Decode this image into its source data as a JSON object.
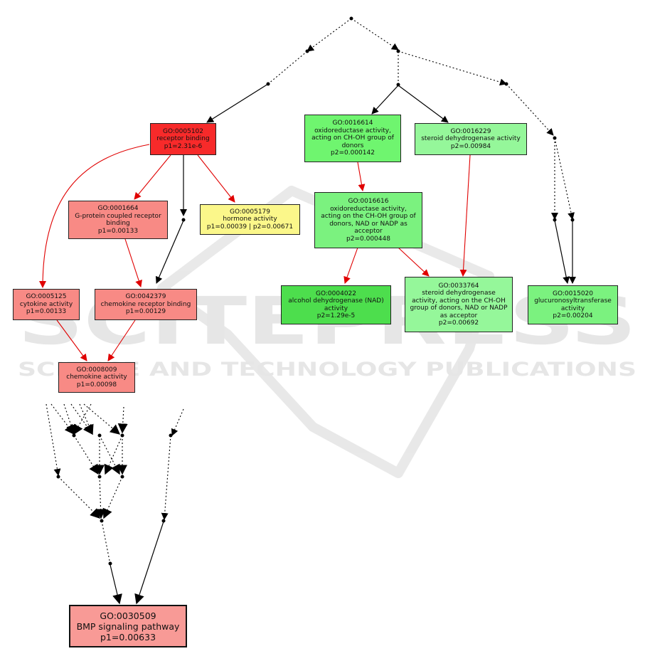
{
  "watermark": {
    "logo_text": "SCITEPRESS",
    "tagline": "SCIENCE AND TECHNOLOGY PUBLICATIONS"
  },
  "colors": {
    "red_strong": "#f72a2a",
    "red_light": "#f88a85",
    "red_lighter": "#f89a96",
    "yellow": "#fbf78a",
    "green_strong": "#4dde4d",
    "green_mid": "#6ff56f",
    "green_light": "#95f79a",
    "edge_red": "#e00000",
    "edge_black": "#000000"
  },
  "nodes": {
    "n0005102": {
      "lines": [
        "GO:0005102",
        "receptor binding",
        "p1=2.31e-6"
      ]
    },
    "n0001664": {
      "lines": [
        "GO:0001664",
        "G-protein coupled receptor",
        "binding",
        "p1=0.00133"
      ]
    },
    "n0005179": {
      "lines": [
        "GO:0005179",
        "hormone activity",
        "p1=0.00039 | p2=0.00671"
      ]
    },
    "n0005125": {
      "lines": [
        "GO:0005125",
        "cytokine activity",
        "p1=0.00133"
      ]
    },
    "n0042379": {
      "lines": [
        "GO:0042379",
        "chemokine receptor binding",
        "p1=0.00129"
      ]
    },
    "n0008009": {
      "lines": [
        "GO:0008009",
        "chemokine activity",
        "p1=0.00098"
      ]
    },
    "n0016614": {
      "lines": [
        "GO:0016614",
        "oxidoreductase activity,",
        "acting on CH-OH group of",
        "donors",
        "p2=0.000142"
      ]
    },
    "n0016229": {
      "lines": [
        "GO:0016229",
        "steroid dehydrogenase activity",
        "p2=0.00984"
      ]
    },
    "n0016616": {
      "lines": [
        "GO:0016616",
        "oxidoreductase activity,",
        "acting on the CH-OH group of",
        "donors, NAD or NADP as",
        "acceptor",
        "p2=0.000448"
      ]
    },
    "n0004022": {
      "lines": [
        "GO:0004022",
        "alcohol dehydrogenase (NAD)",
        "activity",
        "p2=1.29e-5"
      ]
    },
    "n0033764": {
      "lines": [
        "GO:0033764",
        "steroid dehydrogenase",
        "activity, acting on the CH-OH",
        "group of donors, NAD or NADP",
        "as acceptor",
        "p2=0.00692"
      ]
    },
    "n0015020": {
      "lines": [
        "GO:0015020",
        "glucuronosyltransferase",
        "activity",
        "p2=0.00204"
      ]
    },
    "n0030509": {
      "lines": [
        "GO:0030509",
        "BMP signaling pathway",
        "p1=0.00633"
      ]
    }
  }
}
